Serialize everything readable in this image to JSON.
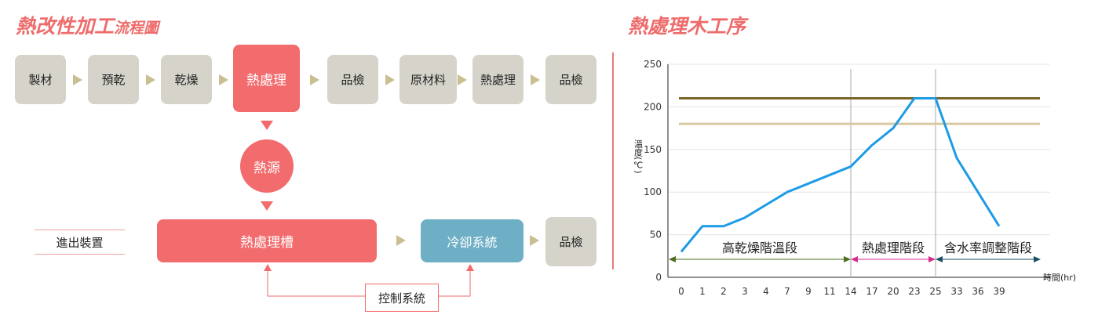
{
  "flow": {
    "title_main": "熱改性加工",
    "title_sub": "流程圖",
    "steps": [
      "製材",
      "預乾",
      "乾燥",
      "熱處理",
      "品檢",
      "原材料",
      "熱處理",
      "品檢"
    ],
    "heat_source": "熱源",
    "feed_device": "進出裝置",
    "treatment_tank": "熱處理槽",
    "cooling_system": "冷卻系統",
    "final_inspection": "品檢",
    "control_system": "控制系統"
  },
  "process": {
    "title": "熱處理木工序"
  },
  "chart_data": {
    "type": "line",
    "ylabel": "溫度(℃)",
    "xlabel": "時間(hr)",
    "ylim": [
      0,
      250
    ],
    "yticks": [
      "0",
      "50",
      "100",
      "150",
      "200",
      "250"
    ],
    "categories": [
      "0",
      "1",
      "2",
      "3",
      "4",
      "7",
      "9",
      "11",
      "14",
      "17",
      "20",
      "23",
      "25",
      "33",
      "36",
      "39"
    ],
    "series": [
      {
        "values": [
          30,
          60,
          60,
          70,
          85,
          100,
          110,
          120,
          130,
          155,
          175,
          210,
          210,
          140,
          100,
          60
        ],
        "color": "#1e9be6"
      }
    ],
    "reference_lines": [
      {
        "y": 210,
        "color": "#7a6428"
      },
      {
        "y": 180,
        "color": "#d8c9a3"
      }
    ],
    "phase_dividers_at_index": [
      8,
      12
    ],
    "phases": [
      {
        "label": "高乾燥階溫段",
        "from": 0,
        "to": 8,
        "color": "#4b6f1d"
      },
      {
        "label": "熱處理階段",
        "from": 8,
        "to": 12,
        "color": "#d42e8c"
      },
      {
        "label": "含水率調整階段",
        "from": 12,
        "to": 15,
        "color": "#1d4f63"
      }
    ]
  }
}
